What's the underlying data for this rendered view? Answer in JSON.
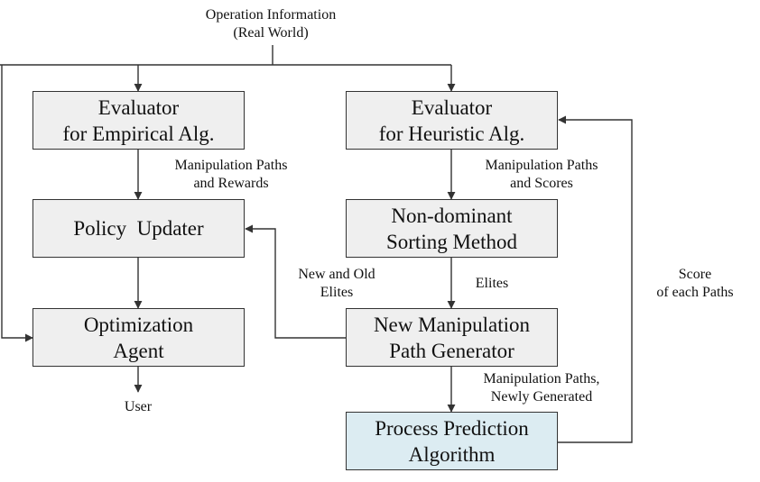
{
  "top_input": {
    "line1": "Operation Information",
    "line2": "(Real World)"
  },
  "boxes": {
    "evaluator_empirical": {
      "line1": "Evaluator",
      "line2": "for Empirical Alg."
    },
    "evaluator_heuristic": {
      "line1": "Evaluator",
      "line2": "for Heuristic Alg."
    },
    "policy_updater": {
      "line1": "Policy  Updater"
    },
    "non_dominant_sorting": {
      "line1": "Non-dominant",
      "line2": "Sorting Method"
    },
    "optimization_agent": {
      "line1": "Optimization",
      "line2": "Agent"
    },
    "path_generator": {
      "line1": "New Manipulation",
      "line2": "Path Generator"
    },
    "process_prediction": {
      "line1": "Process Prediction",
      "line2": "Algorithm"
    }
  },
  "edge_labels": {
    "paths_rewards": {
      "line1": "Manipulation Paths",
      "line2": "and Rewards"
    },
    "paths_scores": {
      "line1": "Manipulation Paths",
      "line2": "and Scores"
    },
    "new_old_elites": {
      "line1": "New and Old",
      "line2": "Elites"
    },
    "elites": {
      "line1": "Elites"
    },
    "score_each_path": {
      "line1": "Score",
      "line2": "of each Paths"
    },
    "paths_newly_generated": {
      "line1": "Manipulation Paths,",
      "line2": "Newly Generated"
    },
    "user": {
      "line1": "User"
    }
  },
  "colors": {
    "box_fill": "#efefef",
    "highlight_fill": "#dcecf2",
    "line": "#333333"
  }
}
